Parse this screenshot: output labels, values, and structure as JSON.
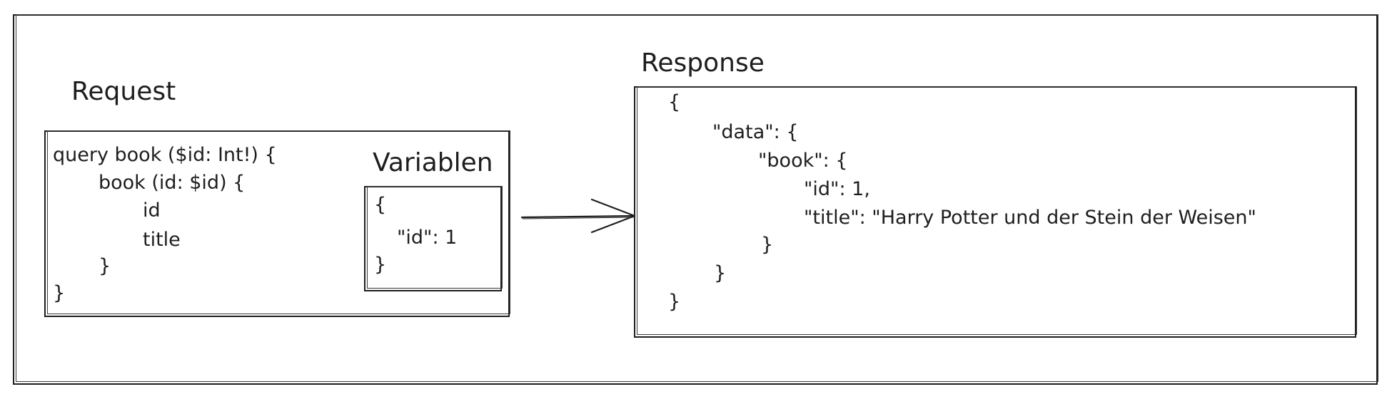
{
  "request": {
    "title": "Request",
    "query_lines": [
      "query book ($id: Int!) {",
      "book (id: $id) {",
      "id",
      "title",
      "}",
      "}"
    ]
  },
  "variables": {
    "title": "Variablen",
    "lines": [
      "{",
      "\"id\": 1",
      "}"
    ]
  },
  "response": {
    "title": "Response",
    "lines": [
      "{",
      "\"data\": {",
      "\"book\": {",
      "\"id\": 1,",
      "\"title\": \"Harry Potter und der Stein der Weisen\"",
      "}",
      "}",
      "}"
    ]
  },
  "arrow_icon": "arrow-right-icon"
}
